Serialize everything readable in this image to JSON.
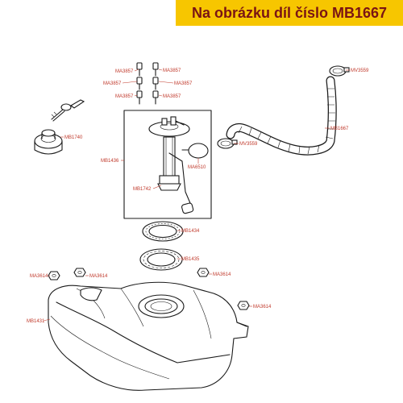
{
  "header": {
    "title": "Na obrázku díl číslo MB1667"
  },
  "parts": [
    {
      "id": "ma3857-a",
      "label": "MA3857"
    },
    {
      "id": "ma3857-b",
      "label": "MA3857"
    },
    {
      "id": "ma3857-c",
      "label": "MA3857"
    },
    {
      "id": "ma3857-d",
      "label": "MA3857"
    },
    {
      "id": "ma3857-e",
      "label": "MA3857"
    },
    {
      "id": "ma3857-f",
      "label": "MA3857"
    },
    {
      "id": "mv3559-a",
      "label": "MV3559"
    },
    {
      "id": "mv3559-b",
      "label": "MV3559"
    },
    {
      "id": "mb1667",
      "label": "MB1667"
    },
    {
      "id": "mb1740",
      "label": "MB1740"
    },
    {
      "id": "mb1436",
      "label": "MB1436"
    },
    {
      "id": "ma6510",
      "label": "MA6510"
    },
    {
      "id": "mb1742",
      "label": "MB1742"
    },
    {
      "id": "mb1434",
      "label": "MB1434"
    },
    {
      "id": "mb1435",
      "label": "MB1435"
    },
    {
      "id": "ma3614-a",
      "label": "MA3614"
    },
    {
      "id": "ma3614-b",
      "label": "MA3614"
    },
    {
      "id": "ma3614-c",
      "label": "MA3614"
    },
    {
      "id": "ma3614-d",
      "label": "MA3614"
    },
    {
      "id": "mb1431",
      "label": "MB1431"
    }
  ]
}
